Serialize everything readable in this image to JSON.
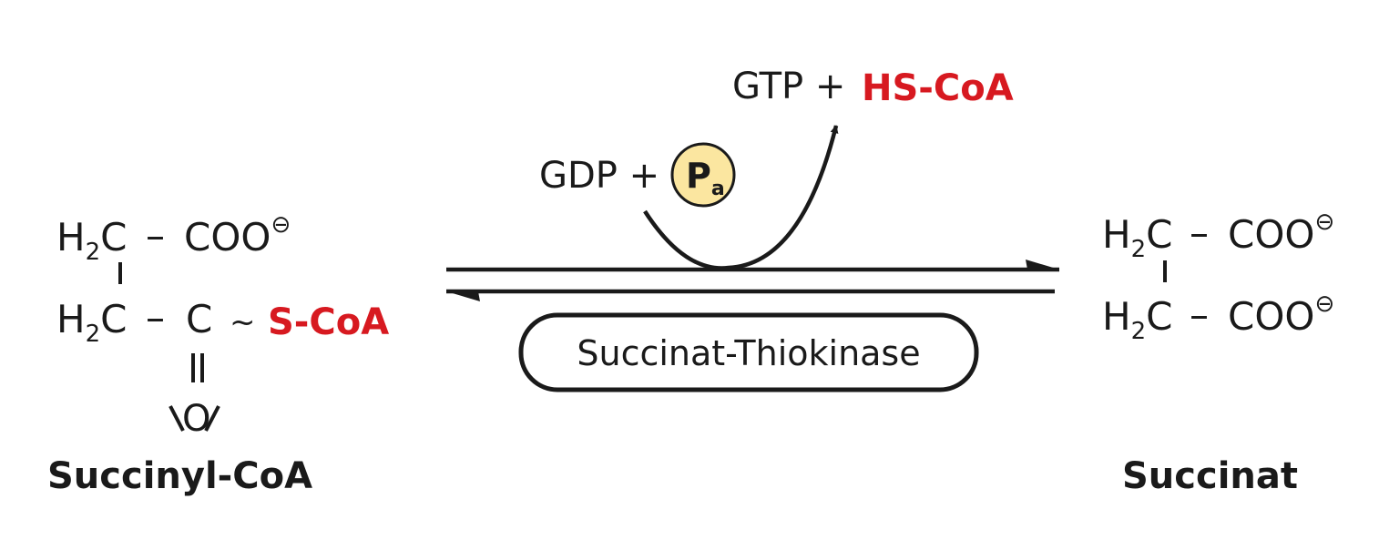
{
  "reactant": {
    "row1": {
      "h": "H",
      "sub": "2",
      "c": "C",
      "dash": "–",
      "group": "COO",
      "charge": "⊖"
    },
    "row2": {
      "h": "H",
      "sub": "2",
      "c": "C",
      "dash": "–",
      "c2": "C",
      "tilde": "~",
      "thio": "S-CoA"
    },
    "oxygen": "O",
    "name": "Succinyl-CoA"
  },
  "product": {
    "row1": {
      "h": "H",
      "sub": "2",
      "c": "C",
      "dash": "–",
      "group": "COO",
      "charge": "⊖"
    },
    "row2": {
      "h": "H",
      "sub": "2",
      "c": "C",
      "dash": "–",
      "group": "COO",
      "charge": "⊖"
    },
    "name": "Succinat"
  },
  "cosubstrates": {
    "gdp": "GDP +",
    "pi_main": "P",
    "pi_sub": "a",
    "gtp": "GTP +",
    "hscoa": "HS-CoA"
  },
  "enzyme": {
    "label": "Succinat-Thiokinase"
  },
  "colors": {
    "accent_red": "#d71920",
    "phosphate_fill": "#fbe6a0",
    "ink": "#1a1a1a"
  }
}
